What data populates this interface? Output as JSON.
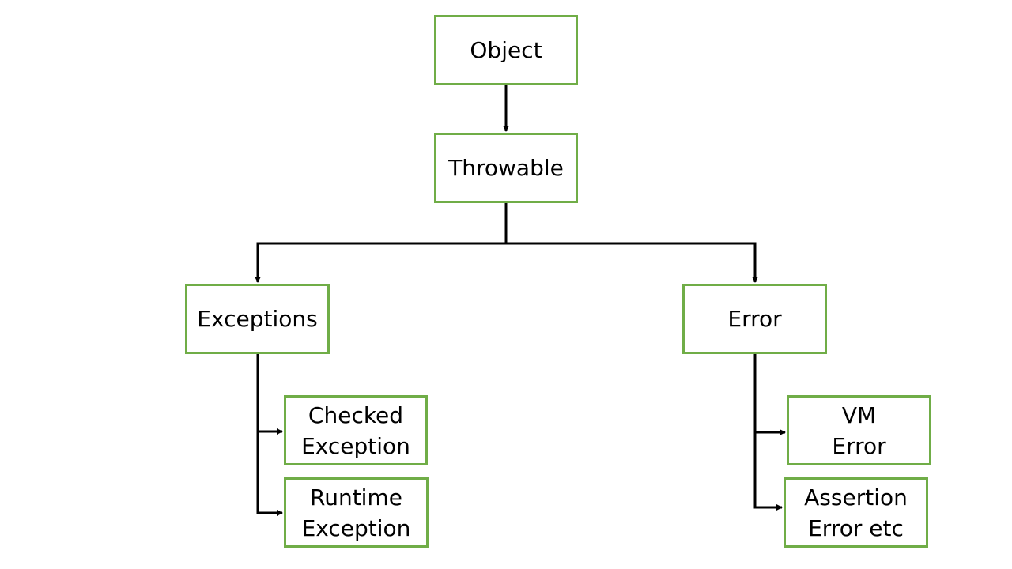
{
  "diagram": {
    "nodes": {
      "object": "Object",
      "throwable": "Throwable",
      "exceptions": "Exceptions",
      "error": "Error",
      "checked_exception": "Checked\nException",
      "runtime_exception": "Runtime\nException",
      "vm_error": "VM\nError",
      "assertion_error": "Assertion\nError etc"
    },
    "edges": [
      {
        "from": "object",
        "to": "throwable"
      },
      {
        "from": "throwable",
        "to": "exceptions"
      },
      {
        "from": "throwable",
        "to": "error"
      },
      {
        "from": "exceptions",
        "to": "checked_exception"
      },
      {
        "from": "exceptions",
        "to": "runtime_exception"
      },
      {
        "from": "error",
        "to": "vm_error"
      },
      {
        "from": "error",
        "to": "assertion_error"
      }
    ],
    "colors": {
      "node_border": "#70ad47",
      "connector": "#000000",
      "text": "#000000",
      "background": "#ffffff"
    }
  }
}
